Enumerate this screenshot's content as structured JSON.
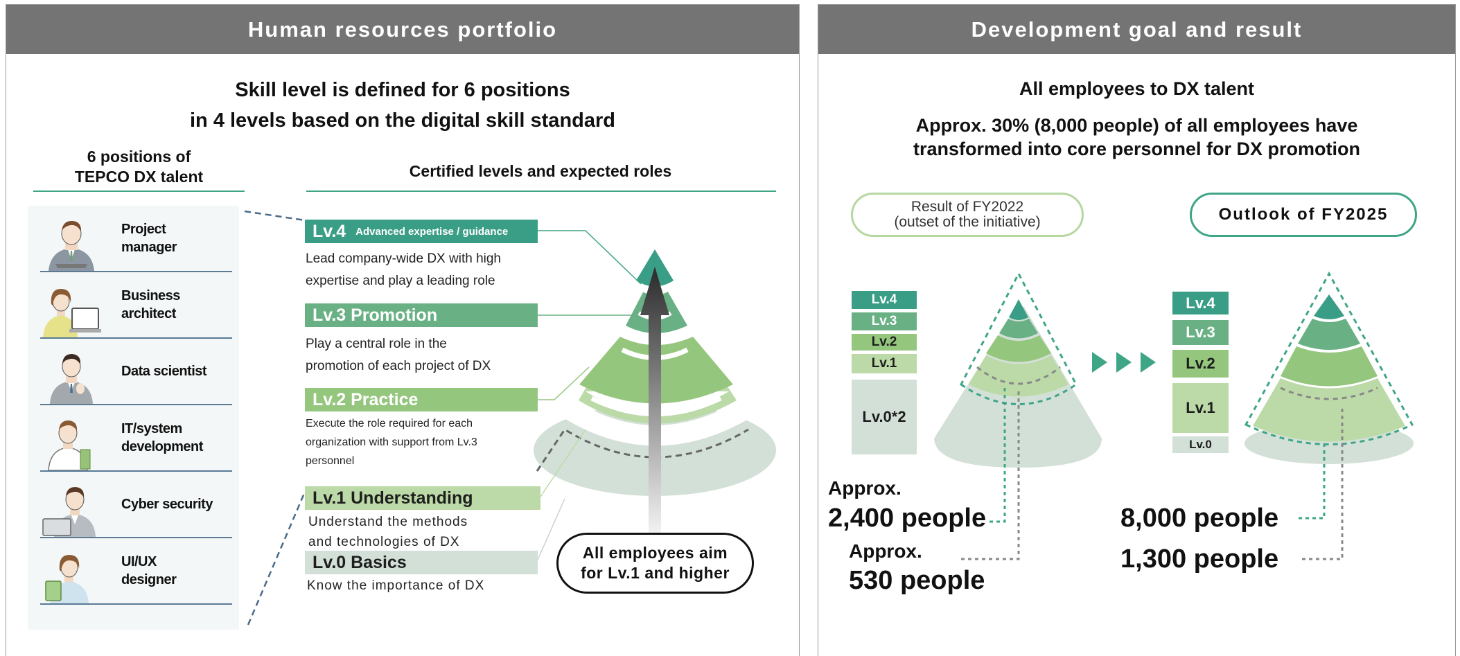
{
  "left": {
    "header": "Human resources portfolio",
    "lead": [
      "Skill level is defined for 6 positions",
      "in 4 levels based on the digital skill standard"
    ],
    "positions_head": [
      "6 positions of",
      "TEPCO DX talent"
    ],
    "levels_head": "Certified levels and expected roles",
    "positions": [
      {
        "label": [
          "Project",
          "manager"
        ],
        "icon": "project-manager-figure-icon"
      },
      {
        "label": [
          "Business",
          "architect"
        ],
        "icon": "business-architect-figure-icon"
      },
      {
        "label": [
          "Data scientist"
        ],
        "icon": "data-scientist-figure-icon"
      },
      {
        "label": [
          "IT/system",
          "development"
        ],
        "icon": "it-developer-figure-icon"
      },
      {
        "label": [
          "Cyber security"
        ],
        "icon": "cyber-security-figure-icon"
      },
      {
        "label": [
          "UI/UX",
          "designer"
        ],
        "icon": "uiux-designer-figure-icon"
      }
    ],
    "levels": [
      {
        "name": "Lv.4",
        "sub": "Advanced expertise / guidance",
        "color": "#3a9e86",
        "desc": [
          "Lead company-wide DX with high",
          "expertise and play a leading role"
        ]
      },
      {
        "name": "Lv.3  Promotion",
        "sub": "",
        "color": "#69b184",
        "desc": [
          "Play a central role in the",
          "promotion of each project of DX"
        ]
      },
      {
        "name": "Lv.2  Practice",
        "sub": "",
        "color": "#95c67e",
        "desc": [
          "Execute the role required for each",
          "organization with support from Lv.3",
          "personnel"
        ]
      },
      {
        "name": "Lv.1 Understanding",
        "sub": "",
        "color": "#bcdaa7",
        "desc": [
          "Understand the methods",
          "and technologies of DX"
        ]
      },
      {
        "name": "Lv.0  Basics",
        "sub": "",
        "color": "#d3e0d8",
        "desc": [
          "Know the importance of DX"
        ]
      }
    ],
    "aim": [
      "All employees aim",
      "for Lv.1 and higher"
    ]
  },
  "right": {
    "header": "Development goal and result",
    "title": "All employees to DX talent",
    "lead": [
      "Approx. 30% (8,000 people) of all employees have",
      "transformed into core personnel for DX promotion"
    ],
    "result_pill": [
      "Result of FY2022",
      "(outset of the initiative)"
    ],
    "outlook_pill": "Outlook of FY2025",
    "result_levels": [
      "Lv.4",
      "Lv.3",
      "Lv.2",
      "Lv.1",
      "Lv.0*2"
    ],
    "outlook_levels": [
      "Lv.4",
      "Lv.3",
      "Lv.2",
      "Lv.1",
      "Lv.0"
    ],
    "approx_label": "Approx.",
    "result_total": "2,400 people",
    "result_core": "530 people",
    "outlook_total": "8,000 people",
    "outlook_core": "1,300 people"
  },
  "colors": {
    "lv4": "#3a9e86",
    "lv3": "#69b184",
    "lv2": "#95c67e",
    "lv1": "#bcdaa7",
    "lv0": "#d3e0d8",
    "header": "#747474",
    "accent": "#3fa587"
  }
}
